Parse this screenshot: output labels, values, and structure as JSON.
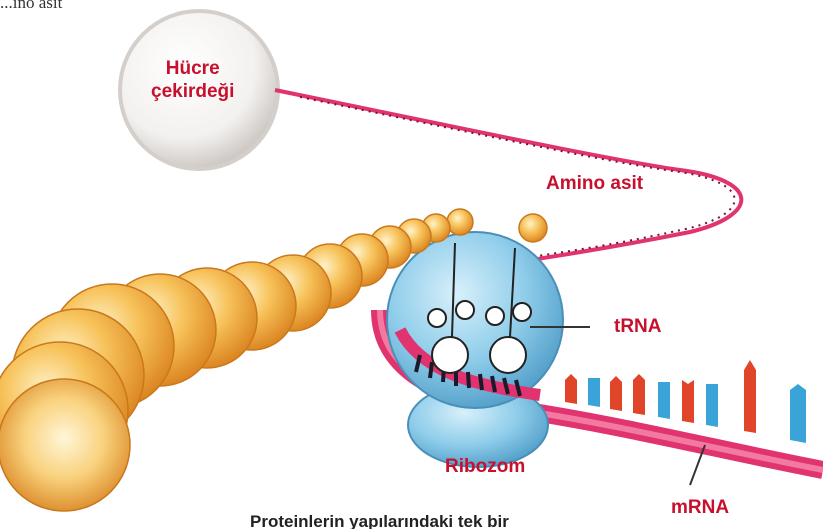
{
  "fragment_top": "...ino asit",
  "labels": {
    "nucleus_line1": "Hücre",
    "nucleus_line2": "çekirdeği",
    "amino_acid": "Amino asit",
    "trna": "tRNA",
    "ribosome": "Ribozom",
    "mrna": "mRNA"
  },
  "caption": "Proteinlerin yapılarındaki tek bir",
  "colors": {
    "label_red": "#c8102e",
    "mrna_pink": "#e0336f",
    "ribosome_blue": "#7fc3e6",
    "amino_orange": "#f2a93b",
    "base_red": "#e0452a",
    "base_blue": "#3aa3d8"
  }
}
